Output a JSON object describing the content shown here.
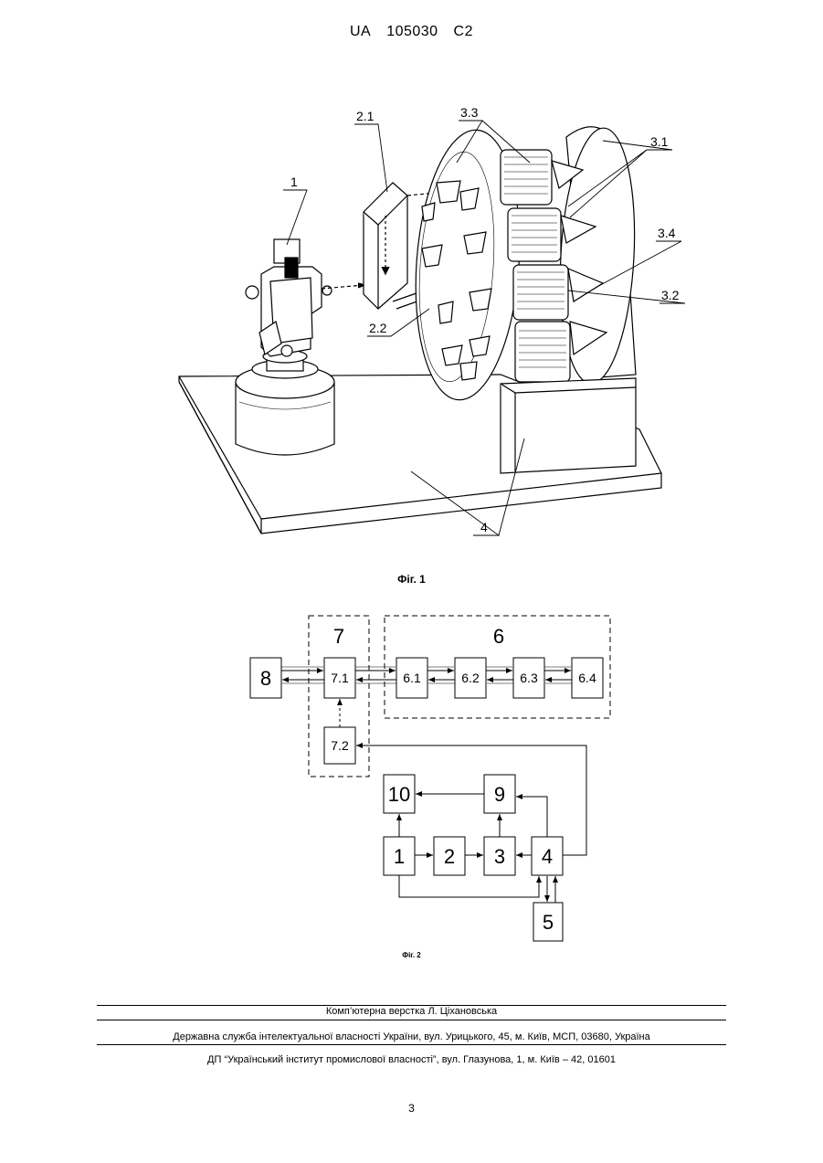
{
  "header": {
    "country": "UA",
    "number": "105030",
    "kind": "C2"
  },
  "figure1": {
    "labels": {
      "l1": "1",
      "l21": "2.1",
      "l22": "2.2",
      "l33": "3.3",
      "l31": "3.1",
      "l34": "3.4",
      "l32": "3.2",
      "l4": "4"
    },
    "caption": "Фіг. 1"
  },
  "figure2": {
    "groups": {
      "g7": "7",
      "g6": "6"
    },
    "blocks": {
      "b8": "8",
      "b71": "7.1",
      "b72": "7.2",
      "b61": "6.1",
      "b62": "6.2",
      "b63": "6.3",
      "b64": "6.4",
      "b10": "10",
      "b9": "9",
      "b1": "1",
      "b2": "2",
      "b3": "3",
      "b4": "4",
      "b5": "5"
    },
    "caption": "Фіг. 2"
  },
  "footer": {
    "line1": "Комп’ютерна верстка Л. Ціхановська",
    "line2": "Державна служба інтелектуальної власності України, вул. Урицького, 45, м. Київ, МСП, 03680, Україна",
    "line3": "ДП “Український інститут промислової власності”, вул. Глазунова, 1, м. Київ – 42, 01601"
  },
  "page_number": "3"
}
